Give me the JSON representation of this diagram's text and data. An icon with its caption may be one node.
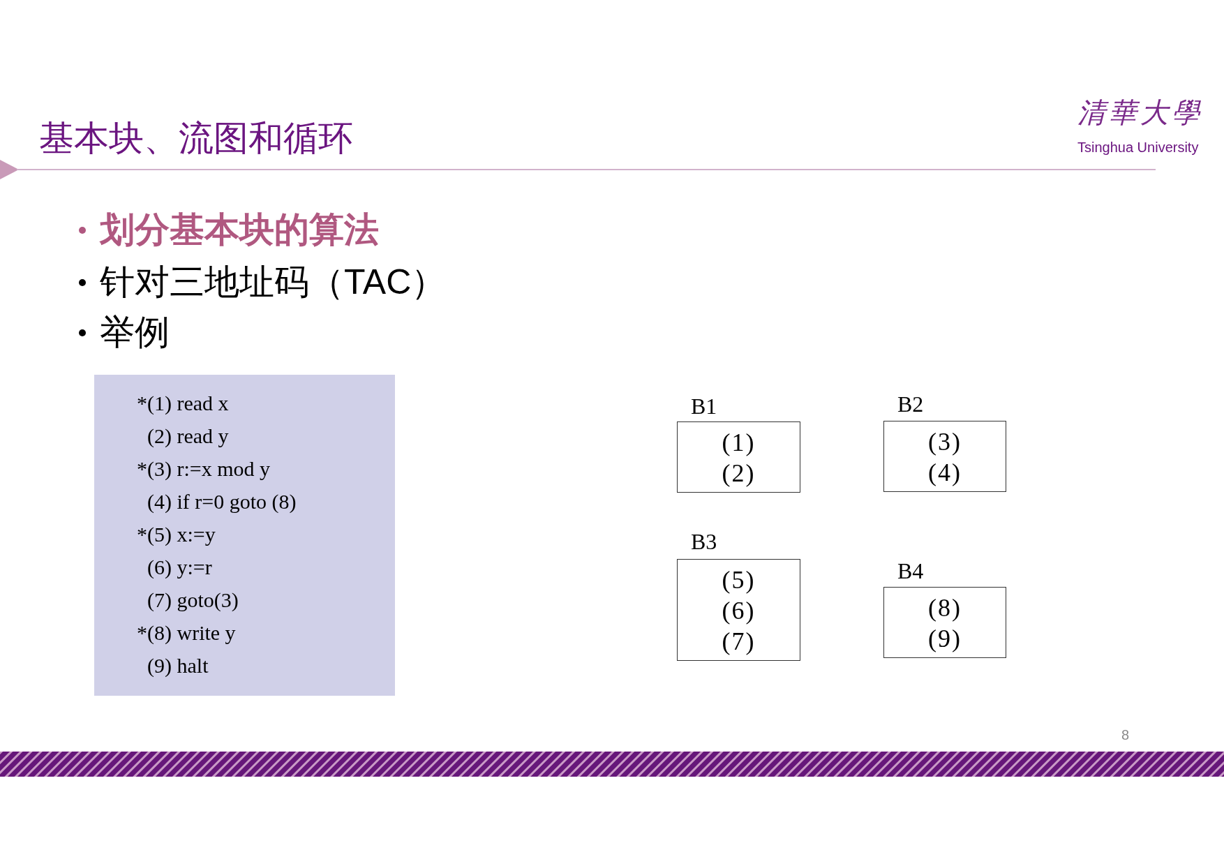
{
  "diagram": {
    "title": "基本块、流图和循环",
    "nodes": [
      {
        "text": [
          "*(1) read x",
          "(2) read y",
          "*(3) r:=x mod y",
          "(4) if r=0 goto (8)",
          "*(5) x:=y",
          "(6) y:=r",
          "(7) goto(3)",
          "*(8) write y",
          "(9) halt"
        ]
      },
      {
        "text": [
          "B1",
          "(1)",
          "(2)"
        ]
      },
      {
        "text": [
          "B2",
          "(3)",
          "(4)"
        ]
      },
      {
        "text": [
          "B3",
          "(5)",
          "(6)",
          "(7)"
        ]
      },
      {
        "text": [
          "B4",
          "(8)",
          "(9)"
        ]
      }
    ],
    "labels": [
      "清華大學",
      "Tsinghua University",
      "划分基本块的算法",
      "针对三地址码（TAC）",
      "举例",
      "8"
    ]
  }
}
